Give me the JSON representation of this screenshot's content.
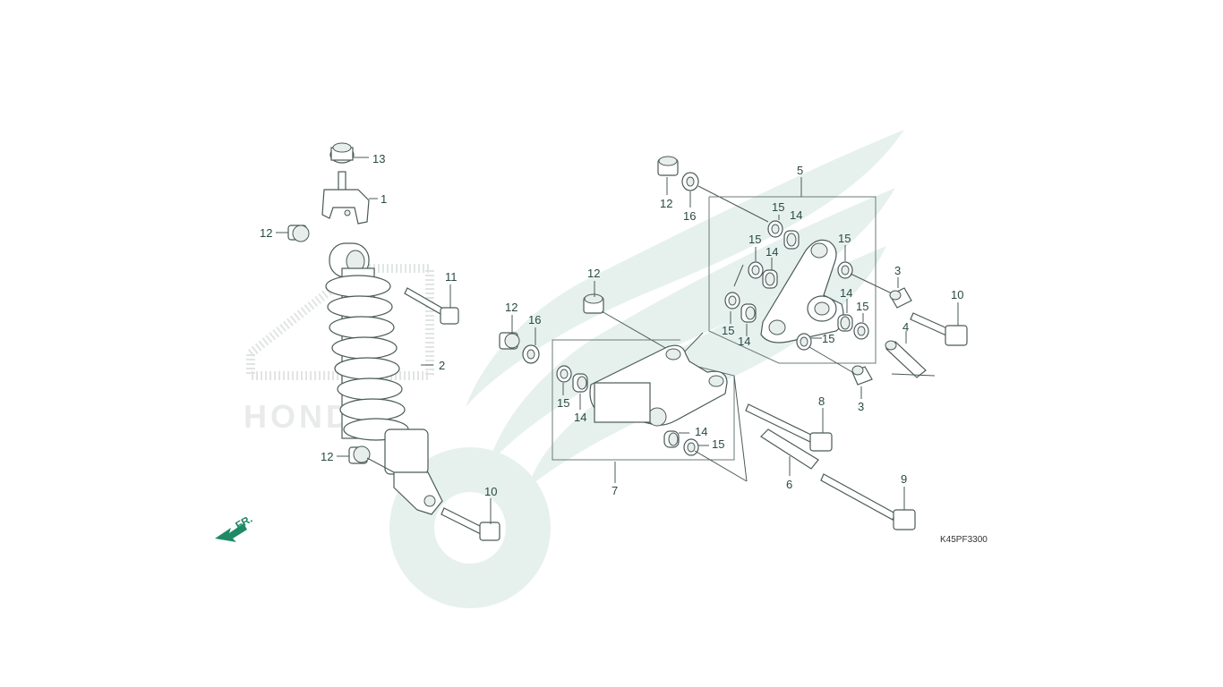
{
  "diagram": {
    "code": "K45PF3300",
    "front_arrow_label": "FR.",
    "watermark_text": "HONDA",
    "colors": {
      "line": "#4a5a58",
      "label": "#2a4a44",
      "watermark": "#e6f1ee",
      "arrow": "#1f8a66"
    },
    "callouts": [
      {
        "id": "c13",
        "text": "13"
      },
      {
        "id": "c1",
        "text": "1"
      },
      {
        "id": "c12a",
        "text": "12"
      },
      {
        "id": "c11",
        "text": "11"
      },
      {
        "id": "c2",
        "text": "2"
      },
      {
        "id": "c12b",
        "text": "12"
      },
      {
        "id": "c10a",
        "text": "10"
      },
      {
        "id": "c12c",
        "text": "12"
      },
      {
        "id": "c16a",
        "text": "16"
      },
      {
        "id": "c12d",
        "text": "12"
      },
      {
        "id": "c15a",
        "text": "15"
      },
      {
        "id": "c14a",
        "text": "14"
      },
      {
        "id": "c7",
        "text": "7"
      },
      {
        "id": "c14b",
        "text": "14"
      },
      {
        "id": "c15b",
        "text": "15"
      },
      {
        "id": "c12e",
        "text": "12"
      },
      {
        "id": "c16b",
        "text": "16"
      },
      {
        "id": "c5",
        "text": "5"
      },
      {
        "id": "c15c",
        "text": "15"
      },
      {
        "id": "c14c",
        "text": "14"
      },
      {
        "id": "c15d",
        "text": "15"
      },
      {
        "id": "c14d",
        "text": "14"
      },
      {
        "id": "c15e",
        "text": "15"
      },
      {
        "id": "c14e",
        "text": "14"
      },
      {
        "id": "c15f",
        "text": "15"
      },
      {
        "id": "c14f",
        "text": "14"
      },
      {
        "id": "c15g",
        "text": "15"
      },
      {
        "id": "c15h",
        "text": "15"
      },
      {
        "id": "c14g",
        "text": "14"
      },
      {
        "id": "c3a",
        "text": "3"
      },
      {
        "id": "c10b",
        "text": "10"
      },
      {
        "id": "c4",
        "text": "4"
      },
      {
        "id": "c3b",
        "text": "3"
      },
      {
        "id": "c8",
        "text": "8"
      },
      {
        "id": "c6",
        "text": "6"
      },
      {
        "id": "c9",
        "text": "9"
      }
    ]
  }
}
